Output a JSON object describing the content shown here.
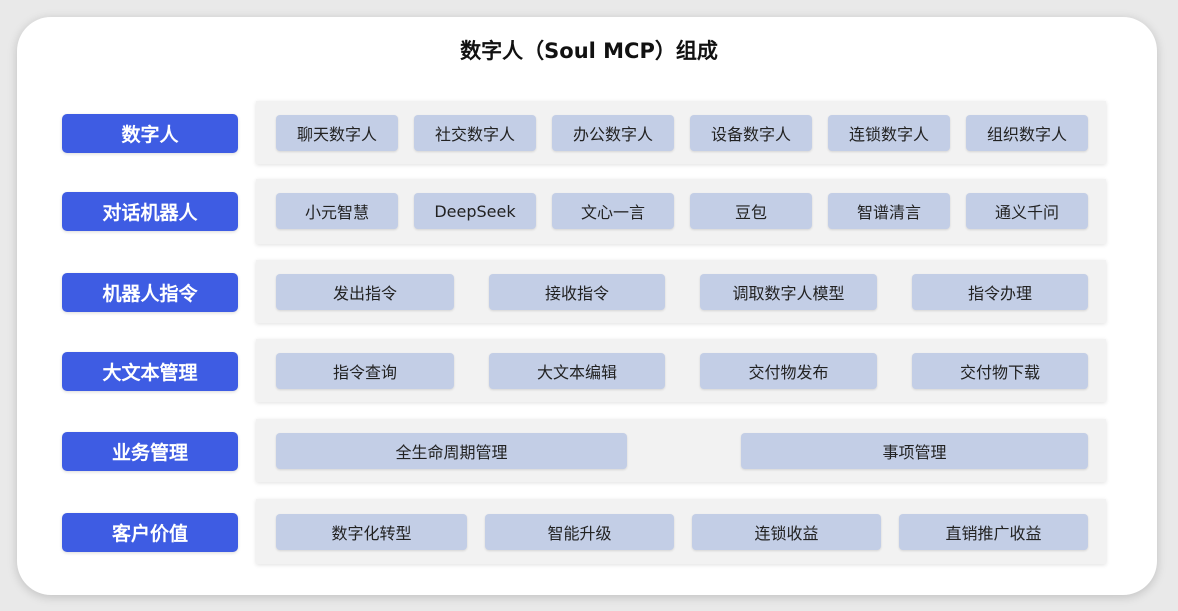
{
  "title": "数字人（Soul MCP）组成",
  "rows": [
    {
      "label": "数字人",
      "items": [
        "聊天数字人",
        "社交数字人",
        "办公数字人",
        "设备数字人",
        "连锁数字人",
        "组织数字人"
      ]
    },
    {
      "label": "对话机器人",
      "items": [
        "小元智慧",
        "DeepSeek",
        "文心一言",
        "豆包",
        "智谱清言",
        "通义千问"
      ]
    },
    {
      "label": "机器人指令",
      "items": [
        "发出指令",
        "接收指令",
        "调取数字人模型",
        "指令办理"
      ]
    },
    {
      "label": "大文本管理",
      "items": [
        "指令查询",
        "大文本编辑",
        "交付物发布",
        "交付物下载"
      ]
    },
    {
      "label": "业务管理",
      "items": [
        "全生命周期管理",
        "事项管理"
      ]
    },
    {
      "label": "客户价值",
      "items": [
        "数字化转型",
        "智能升级",
        "连锁收益",
        "直销推广收益"
      ]
    }
  ],
  "colors": {
    "label_bg": "#3e5ce3",
    "pill_bg": "#c3cee6",
    "band_bg": "#f2f2f2"
  }
}
